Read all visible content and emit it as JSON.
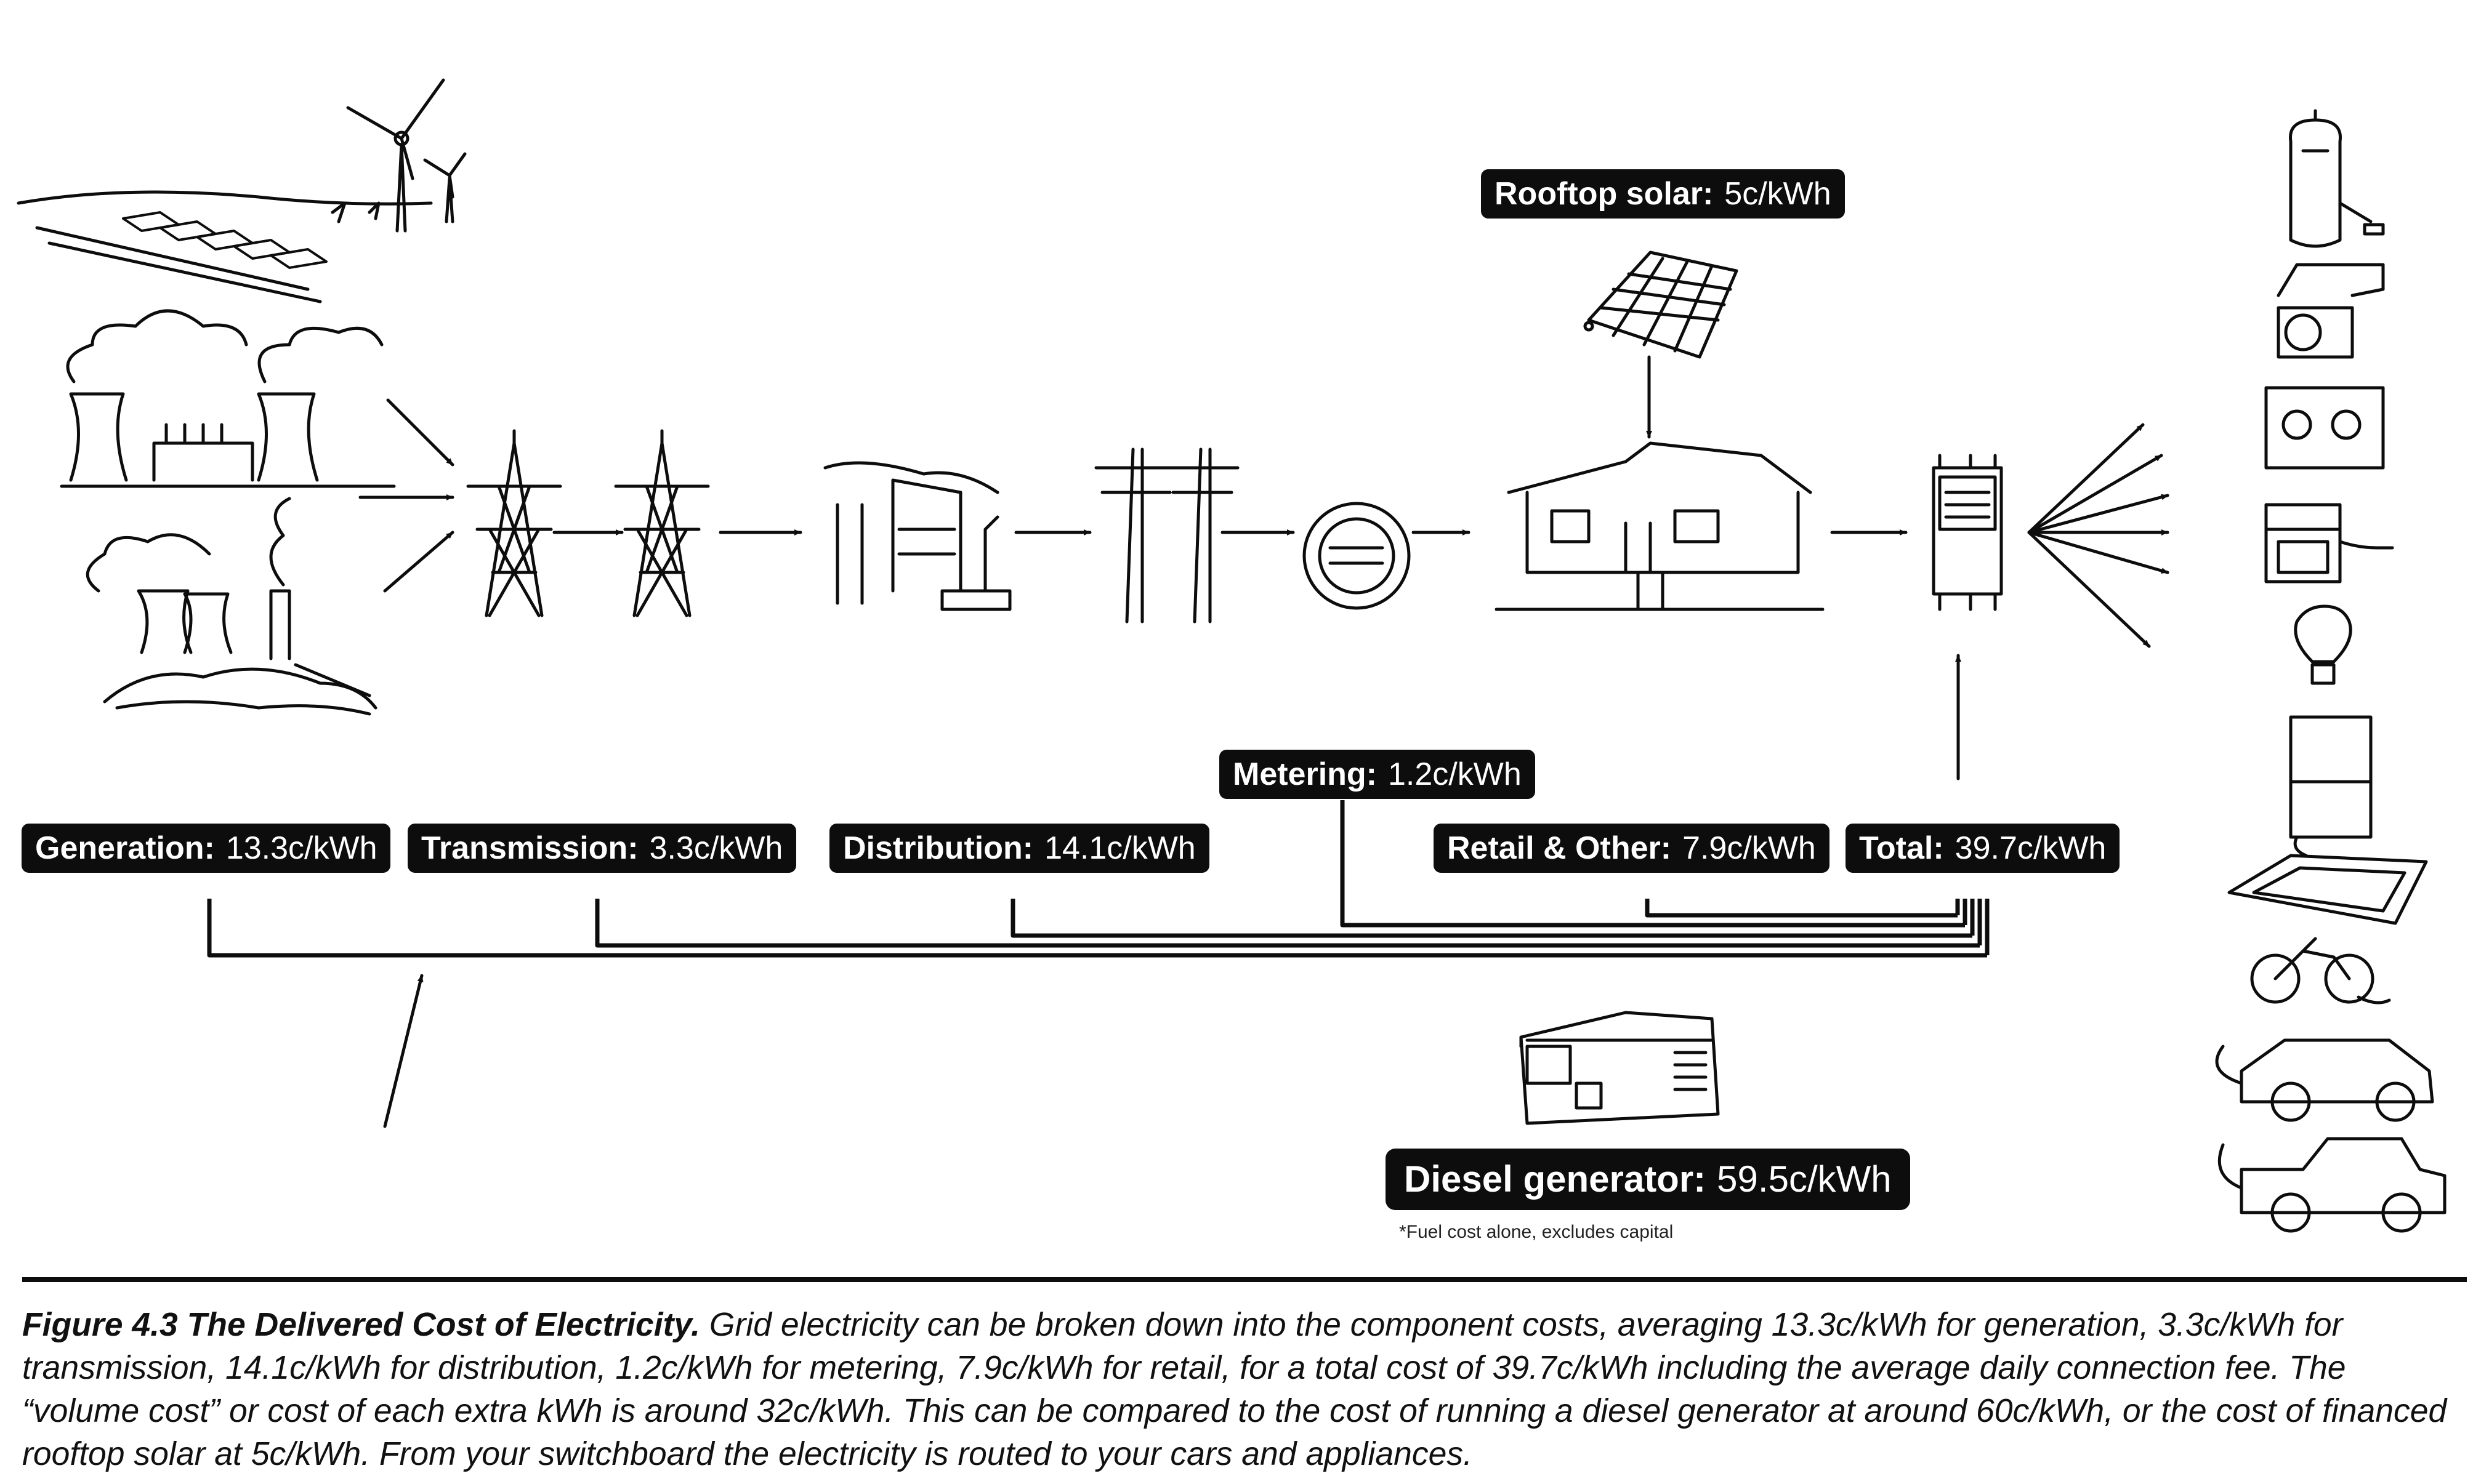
{
  "labels": {
    "generation": {
      "name": "Generation:",
      "value": "13.3c/kWh"
    },
    "transmission": {
      "name": "Transmission:",
      "value": "3.3c/kWh"
    },
    "distribution": {
      "name": "Distribution:",
      "value": "14.1c/kWh"
    },
    "metering": {
      "name": "Metering:",
      "value": "1.2c/kWh"
    },
    "retail": {
      "name": "Retail & Other:",
      "value": "7.9c/kWh"
    },
    "total": {
      "name": "Total:",
      "value": "39.7c/kWh"
    },
    "rooftop_solar": {
      "name": "Rooftop solar:",
      "value": "5c/kWh"
    },
    "diesel": {
      "name": "Diesel generator:",
      "value": "59.5c/kWh"
    }
  },
  "footnote": "*Fuel cost alone, excludes capital",
  "caption": {
    "title": "Figure 4.3 The Delivered Cost of Electricity.",
    "body": " Grid electricity can be broken down into the component costs, averaging 13.3c/kWh for generation, 3.3c/kWh for transmission, 14.1c/kWh for distribution, 1.2c/kWh for metering, 7.9c/kWh for retail, for a total cost of 39.7c/kWh including the average daily connection fee. The “volume cost” or cost of each extra kWh is around 32c/kWh. This can be compared to the cost of running a diesel generator at around 60c/kWh, or the cost of financed rooftop solar at 5c/kWh. From your switchboard the electricity is routed to your cars and appliances."
  },
  "colors": {
    "ink": "#0d0d0d",
    "label_bg": "#0d0d0d",
    "label_text": "#ffffff",
    "background": "#ffffff"
  },
  "icons": [
    "solar-farm-icon",
    "wind-turbine-icon",
    "power-station-icon",
    "coal-plant-icon",
    "transmission-tower-icon",
    "substation-icon",
    "power-pole-icon",
    "electricity-meter-icon",
    "house-icon",
    "solar-panel-icon",
    "switchboard-icon",
    "diesel-generator-icon",
    "water-heater-icon",
    "air-conditioner-icon",
    "power-outlet-icon",
    "oven-icon",
    "light-bulb-icon",
    "fridge-icon",
    "pool-icon",
    "motorbike-icon",
    "car-icon",
    "ute-icon"
  ]
}
